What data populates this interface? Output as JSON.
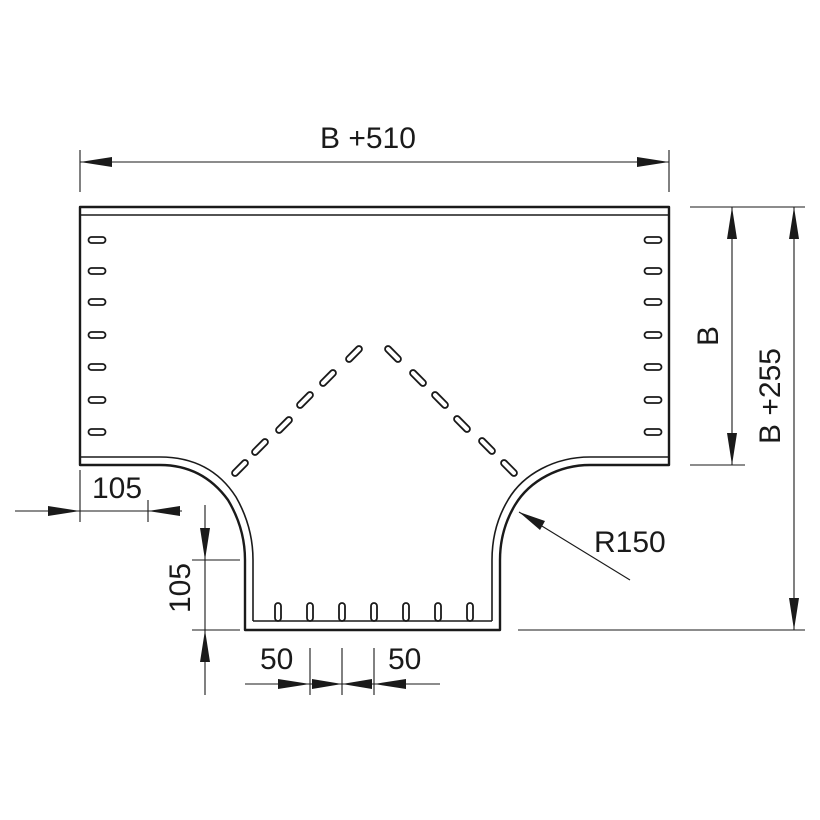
{
  "diagram": {
    "labels": {
      "width_total": "B +510",
      "width_branch": "B",
      "height_total": "B +255",
      "radius": "R150",
      "offset_horizontal": "105",
      "offset_vertical": "105",
      "slot_pitch_left": "50",
      "slot_pitch_right": "50"
    },
    "colors": {
      "line": "#1a1a1a",
      "background": "#ffffff"
    }
  }
}
